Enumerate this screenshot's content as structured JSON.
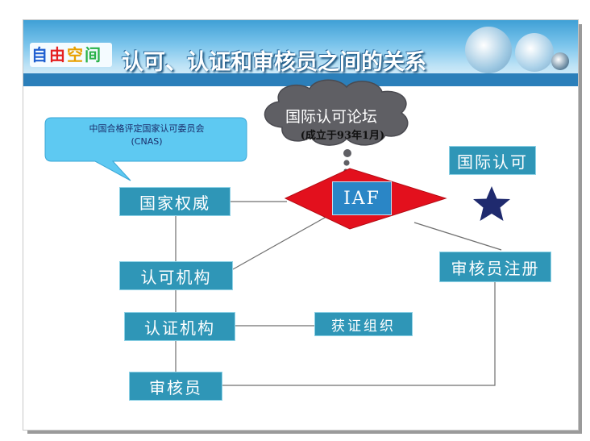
{
  "logo": {
    "chars": [
      "自",
      "由",
      "空",
      "间"
    ],
    "colors": [
      "#1f5fd0",
      "#e52020",
      "#e8a000",
      "#2ab24a"
    ]
  },
  "title": "认可、认证和审核员之间的关系",
  "cloud": {
    "line1": "国际认可论坛",
    "line2": "(成立于93年1月)"
  },
  "callout": {
    "line1": "中国合格评定国家认可委员会",
    "line2": "(CNAS)"
  },
  "nodes": {
    "iaf": "IAF",
    "international_accreditation": "国际认可",
    "national_authority": "国家权威",
    "accreditation_body": "认可机构",
    "certification_body": "认证机构",
    "certified_organization": "获证组织",
    "auditor": "审核员",
    "auditor_registration": "审核员注册"
  },
  "colors": {
    "box_fill": "#2f96b7",
    "diamond_red": "#e3101d",
    "star": "#1f2a6e",
    "cloud_fill": "#5f5f64",
    "callout_fill": "#5ec9f2"
  }
}
